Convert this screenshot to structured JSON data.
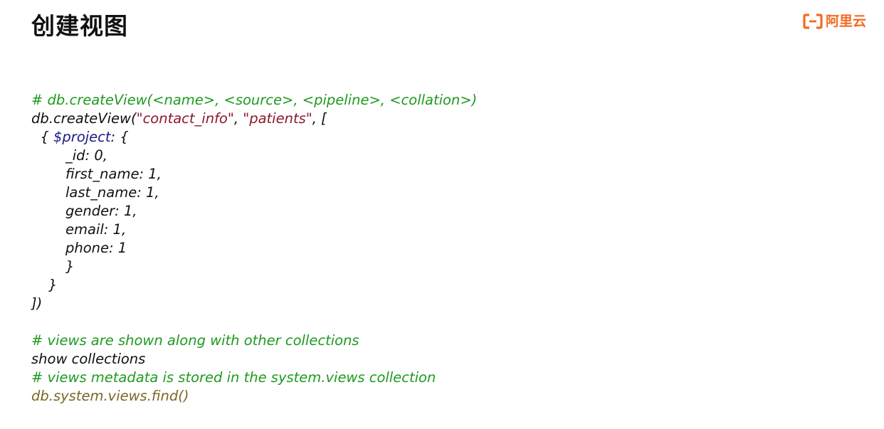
{
  "title": "创建视图",
  "logo": {
    "text": "阿里云",
    "icon": "aliyun-bracket-icon",
    "color": "#f36a21"
  },
  "code": {
    "line1_comment": "# db.createView(<name>, <source>, <pipeline>, <collation>)",
    "line2_prefix": "db.createView(",
    "line2_arg1": "\"contact_info\"",
    "line2_sep": ", ",
    "line2_arg2": "\"patients\"",
    "line2_suffix": ", [",
    "line3_prefix": "  { ",
    "line3_op": "$project",
    "line3_suffix": ": {",
    "fields": [
      "_id: 0,",
      "first_name: 1,",
      "last_name: 1,",
      "gender: 1,",
      "email: 1,",
      "phone: 1"
    ],
    "close_inner": "}",
    "close_outer": "}",
    "close_all": "])",
    "comment2": "# views are shown along with other collections",
    "show_cmd": "show collections",
    "comment3": "# views metadata is stored in the system.views collection",
    "find_cmd": "db.system.views.find()"
  }
}
